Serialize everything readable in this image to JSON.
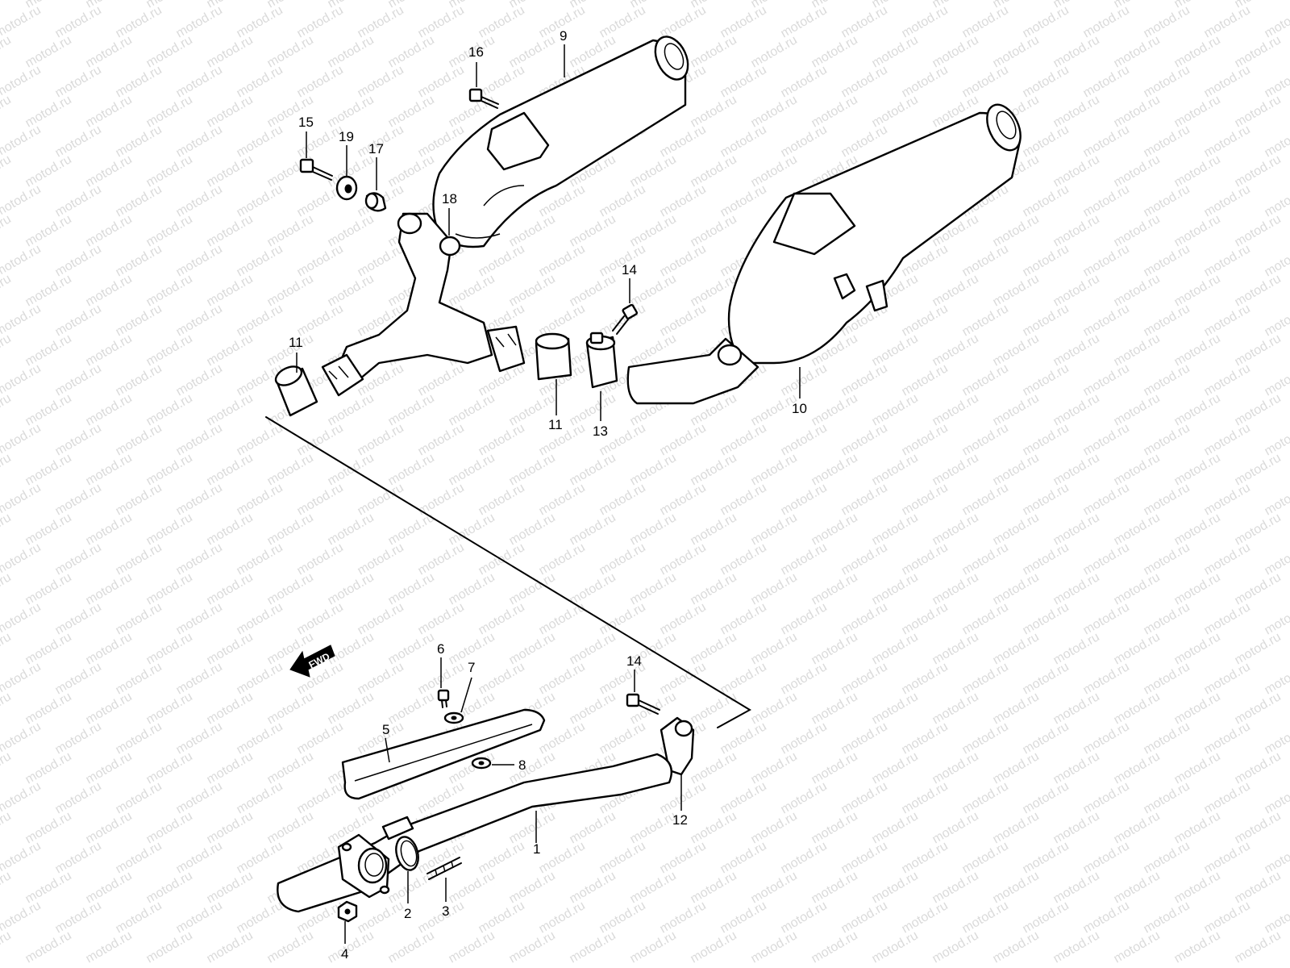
{
  "watermark": "motod.ru",
  "fwd_label": "FWD",
  "callouts": [
    {
      "id": "c9",
      "label": "9"
    },
    {
      "id": "c16",
      "label": "16"
    },
    {
      "id": "c15",
      "label": "15"
    },
    {
      "id": "c19",
      "label": "19"
    },
    {
      "id": "c17",
      "label": "17"
    },
    {
      "id": "c18",
      "label": "18"
    },
    {
      "id": "c14a",
      "label": "14"
    },
    {
      "id": "c11a",
      "label": "11"
    },
    {
      "id": "c11b",
      "label": "11"
    },
    {
      "id": "c13",
      "label": "13"
    },
    {
      "id": "c10",
      "label": "10"
    },
    {
      "id": "c6",
      "label": "6"
    },
    {
      "id": "c7",
      "label": "7"
    },
    {
      "id": "c14b",
      "label": "14"
    },
    {
      "id": "c5",
      "label": "5"
    },
    {
      "id": "c8",
      "label": "8"
    },
    {
      "id": "c12",
      "label": "12"
    },
    {
      "id": "c1",
      "label": "1"
    },
    {
      "id": "c2",
      "label": "2"
    },
    {
      "id": "c3",
      "label": "3"
    },
    {
      "id": "c4",
      "label": "4"
    }
  ],
  "colors": {
    "line": "#000000",
    "background": "#ffffff",
    "watermark": "#bdbdbd"
  }
}
